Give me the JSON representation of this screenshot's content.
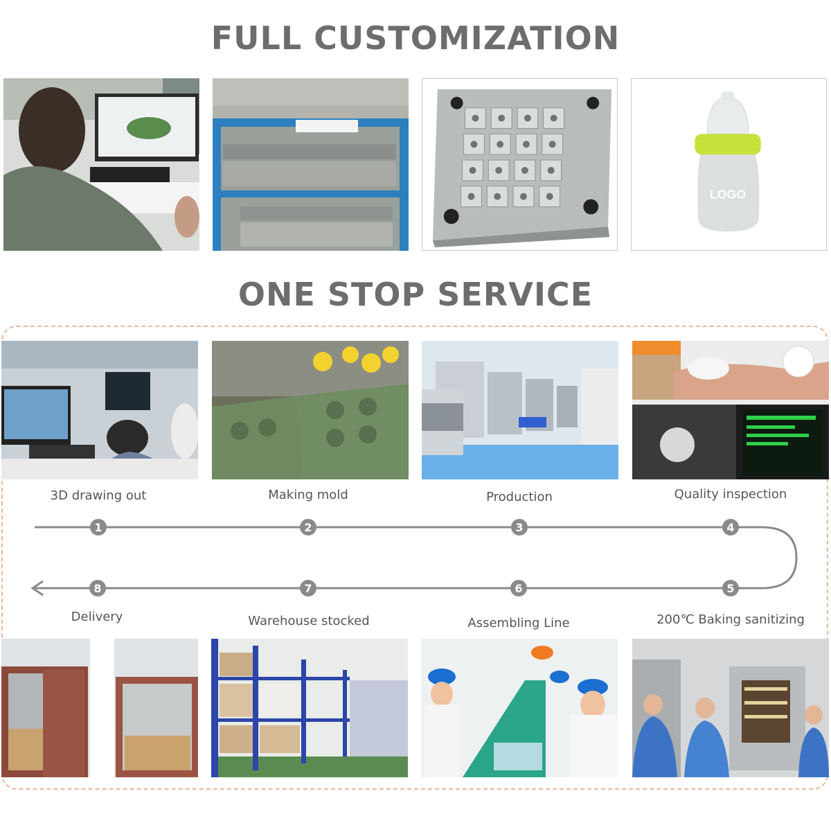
{
  "titles": {
    "full_customization": "FULL CUSTOMIZATION",
    "one_stop_service": "ONE STOP SERVICE"
  },
  "customization_images": {
    "bottle_logo_text": "LOGO"
  },
  "steps": [
    {
      "num": "1",
      "label": "3D drawing out"
    },
    {
      "num": "2",
      "label": "Making mold"
    },
    {
      "num": "3",
      "label": "Production"
    },
    {
      "num": "4",
      "label": "Quality inspection"
    },
    {
      "num": "5",
      "label": "200℃ Baking sanitizing"
    },
    {
      "num": "6",
      "label": "Assembling Line"
    },
    {
      "num": "7",
      "label": "Warehouse stocked"
    },
    {
      "num": "8",
      "label": "Delivery"
    }
  ],
  "colors": {
    "title": "#6d6d6d",
    "flow_line": "#8a8a8a",
    "dashed_border": "#e9b79a",
    "bottle_accent": "#c7e03a"
  }
}
